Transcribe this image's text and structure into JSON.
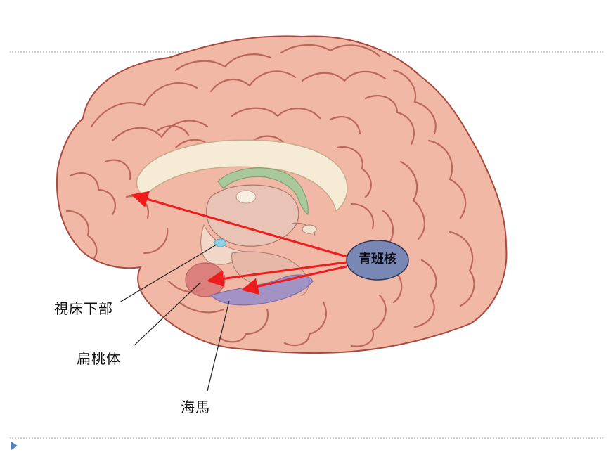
{
  "labels": {
    "hypothalamus": "視床下部",
    "amygdala": "扁桃体",
    "hippocampus": "海馬",
    "locus_coeruleus": "青班核"
  },
  "colors": {
    "cortex": "#f2b8a6",
    "gyrus_outline": "#a84a3e",
    "corpus_callosum": "#f6ecd6",
    "fornix": "#a9c99a",
    "amygdala": "#d97a78",
    "hippocampus": "#9b8fc9",
    "locus_node": "#7887b4",
    "arrow": "#ee1c1c",
    "rule": "#c4cbd6",
    "bullet": "#4f81bd"
  }
}
